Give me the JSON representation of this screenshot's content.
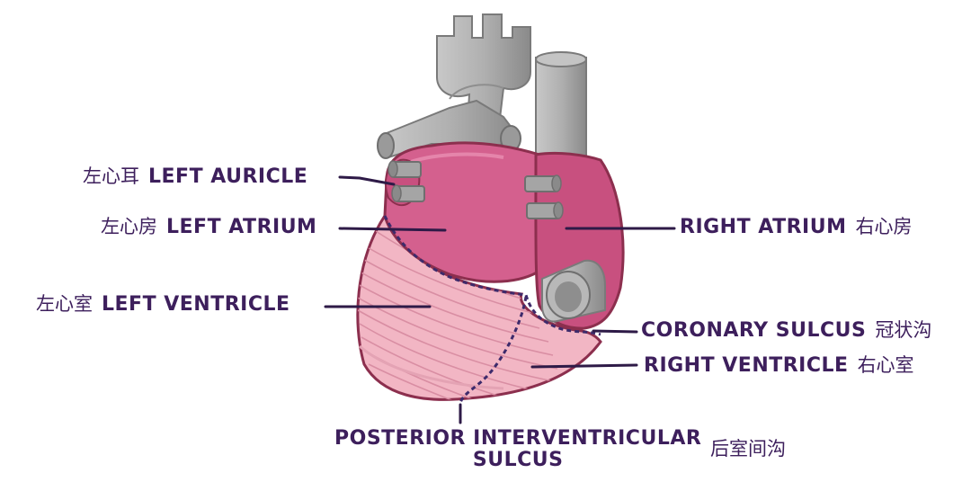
{
  "colors": {
    "label_text": "#3d1f5c",
    "leader_line": "#2e1a47",
    "atria": "#d4608e",
    "atria_dark": "#b84577",
    "ventricles": "#f2b6c4",
    "muscle_lines": "#d98ea3",
    "vessels": "#a8a8a8",
    "vessel_dark": "#7a7a7a",
    "outline": "#8c2f4e",
    "sulcus_dashes": "#3d2a6b"
  },
  "labels": {
    "left_auricle": {
      "zh": "左心耳",
      "en": "LEFT AURICLE"
    },
    "left_atrium": {
      "zh": "左心房",
      "en": "LEFT ATRIUM"
    },
    "left_ventricle": {
      "zh": "左心室",
      "en": "LEFT VENTRICLE"
    },
    "right_atrium": {
      "en": "RIGHT ATRIUM",
      "zh": "右心房"
    },
    "coronary_sulcus": {
      "en": "CORONARY SULCUS",
      "zh": "冠状沟"
    },
    "right_ventricle": {
      "en": "RIGHT VENTRICLE",
      "zh": "右心室"
    },
    "posterior_sulcus": {
      "en_line1": "POSTERIOR INTERVENTRICULAR",
      "en_line2": "SULCUS",
      "zh": "后室间沟"
    }
  }
}
